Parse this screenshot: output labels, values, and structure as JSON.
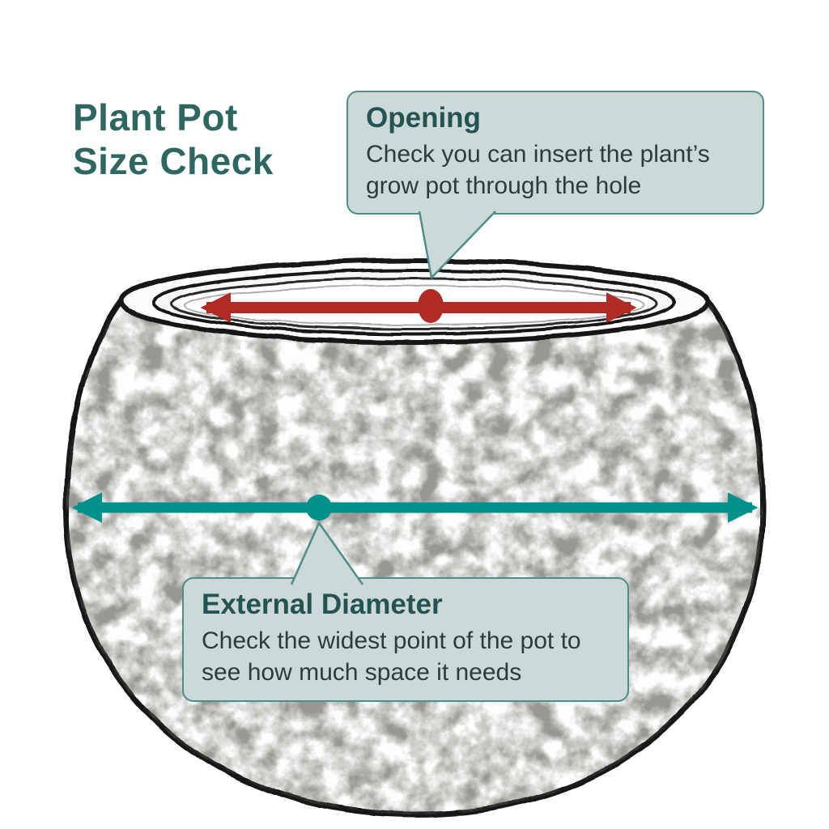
{
  "page": {
    "title_line1": "Plant Pot",
    "title_line2": "Size Check"
  },
  "callouts": {
    "opening": {
      "heading": "Opening",
      "body": "Check you can insert the plant’s grow pot through the hole"
    },
    "external_diameter": {
      "heading": "External Diameter",
      "body": "Check the widest point of the pot to see how much space it needs"
    }
  },
  "markers": {
    "opening_arrow": "red double-headed arrow across the pot opening",
    "opening_point": "red ellipse marker at centre of opening",
    "diameter_arrow": "teal double-headed arrow across widest point of pot",
    "diameter_point": "teal circle marker at widest point"
  },
  "colors": {
    "title_text": "#2e6660",
    "callout_background": "#cdd9d8",
    "callout_border": "#4e8e88",
    "callout_heading": "#235450",
    "callout_body_text": "#2d3b3a",
    "opening_accent_red": "#b02a26",
    "diameter_accent_teal": "#00918c",
    "sketch_ink": "#161616"
  }
}
